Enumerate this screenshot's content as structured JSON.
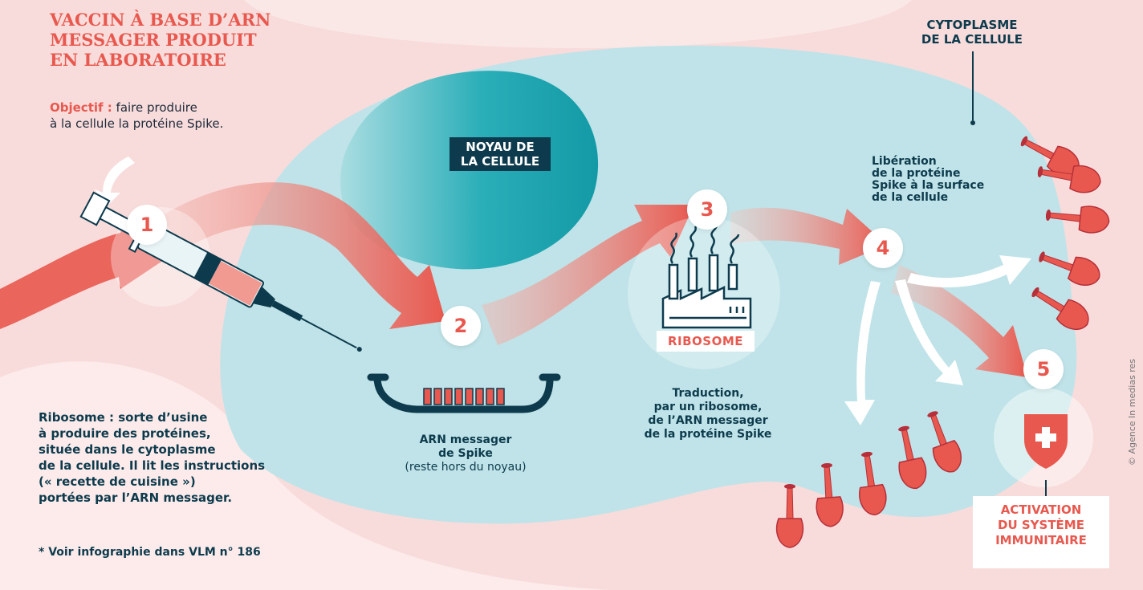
{
  "title_lines": [
    "VACCIN À BASE D’ARN",
    "MESSAGER PRODUIT",
    "EN LABORATOIRE"
  ],
  "objective": {
    "label": "Objectif :",
    "line1": " faire produire",
    "line2": "à la cellule la protéine Spike."
  },
  "cytoplasm_label_lines": [
    "CYTOPLASME",
    "DE LA CELLULE"
  ],
  "nucleus_label_lines": [
    "NOYAU DE",
    "LA CELLULE"
  ],
  "steps": [
    "1",
    "2",
    "3",
    "4",
    "5"
  ],
  "mrna_caption": {
    "line1": "ARN messager",
    "line2": "de Spike",
    "line3": "(reste hors du noyau)"
  },
  "ribosome_tag": "RIBOSOME",
  "translation_caption_lines": [
    "Traduction,",
    "par un ribosome,",
    "de l’ARN messager",
    "de la protéine Spike"
  ],
  "release_caption_lines": [
    "Libération",
    "de la protéine",
    "Spike à la surface",
    "de la cellule"
  ],
  "ribosome_definition": {
    "label": "Ribosome :",
    "lines": [
      " sorte d’usine",
      "à produire des protéines,",
      "située dans le cytoplasme",
      "de la cellule. Il lit les instructions",
      "(« recette de cuisine »)",
      "portées par l’ARN messager."
    ]
  },
  "footnote": "* Voir infographie dans VLM n° 186",
  "activation_lines": [
    "ACTIVATION",
    "DU SYSTÈME",
    "IMMUNITAIRE"
  ],
  "credit": "© Agence In medias res",
  "colors": {
    "coral": "#e8584e",
    "navy": "#0d3b4d",
    "cell": "#bfe3e8",
    "nucleus": "#1aa5b0",
    "pink_bg": "#f8dcdb"
  }
}
